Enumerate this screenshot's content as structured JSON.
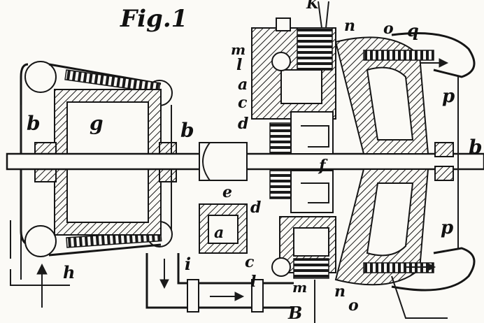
{
  "figure": {
    "title": "Fig.1",
    "labels": {
      "K": "K",
      "m_top": "m",
      "l_top": "l",
      "n_top": "n",
      "o_top": "o",
      "q": "q",
      "a_top": "a",
      "c_top": "c",
      "d_top": "d",
      "p_top": "p",
      "b_left": "b",
      "g": "g",
      "b_mid": "b",
      "b_right": "b",
      "f": "f",
      "e": "e",
      "d_bot": "d",
      "a_bot": "a",
      "p_bot": "p",
      "i": "i",
      "h": "h",
      "c_bot": "c",
      "l_bot": "l",
      "m_bot": "m",
      "n_bot": "n",
      "o_bot": "o",
      "B": "B"
    }
  },
  "colors": {
    "ink": "#151515",
    "paper": "#fbfaf6"
  }
}
